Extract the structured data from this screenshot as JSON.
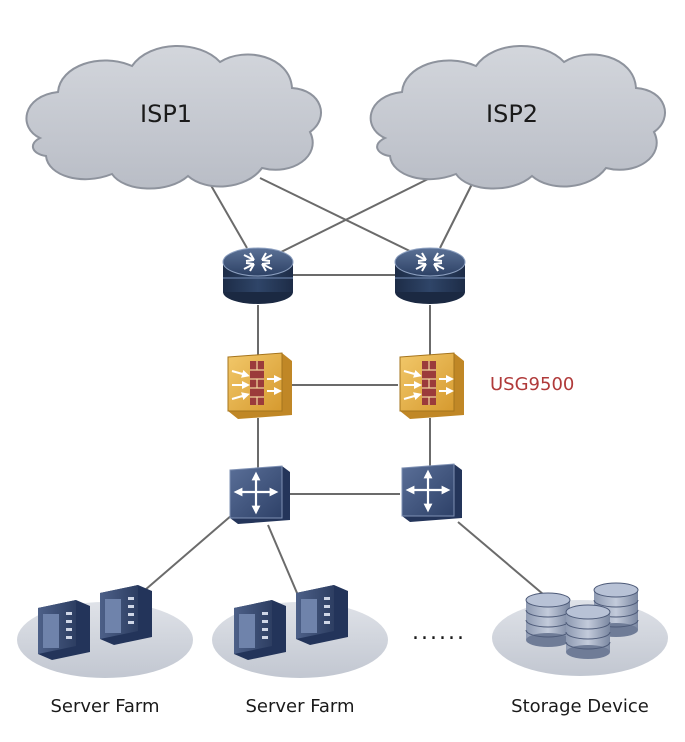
{
  "clouds": [
    {
      "id": "isp1",
      "label": "ISP1"
    },
    {
      "id": "isp2",
      "label": "ISP2"
    }
  ],
  "firewall_label": "USG9500",
  "ellipsis": "......",
  "endpoints": [
    {
      "label": "Server Farm"
    },
    {
      "label": "Server Farm"
    },
    {
      "label": "Storage Device"
    }
  ],
  "colors": {
    "cloud_fill": "#c9ccd3",
    "cloud_stroke": "#8e939d",
    "router_fill": "#2f4568",
    "switch_fill": "#3c5480",
    "firewall_fill": "#e6b552",
    "link": "#6b6b6b",
    "accent_label": "#b03a3a",
    "platform": "#cfd3dc"
  }
}
